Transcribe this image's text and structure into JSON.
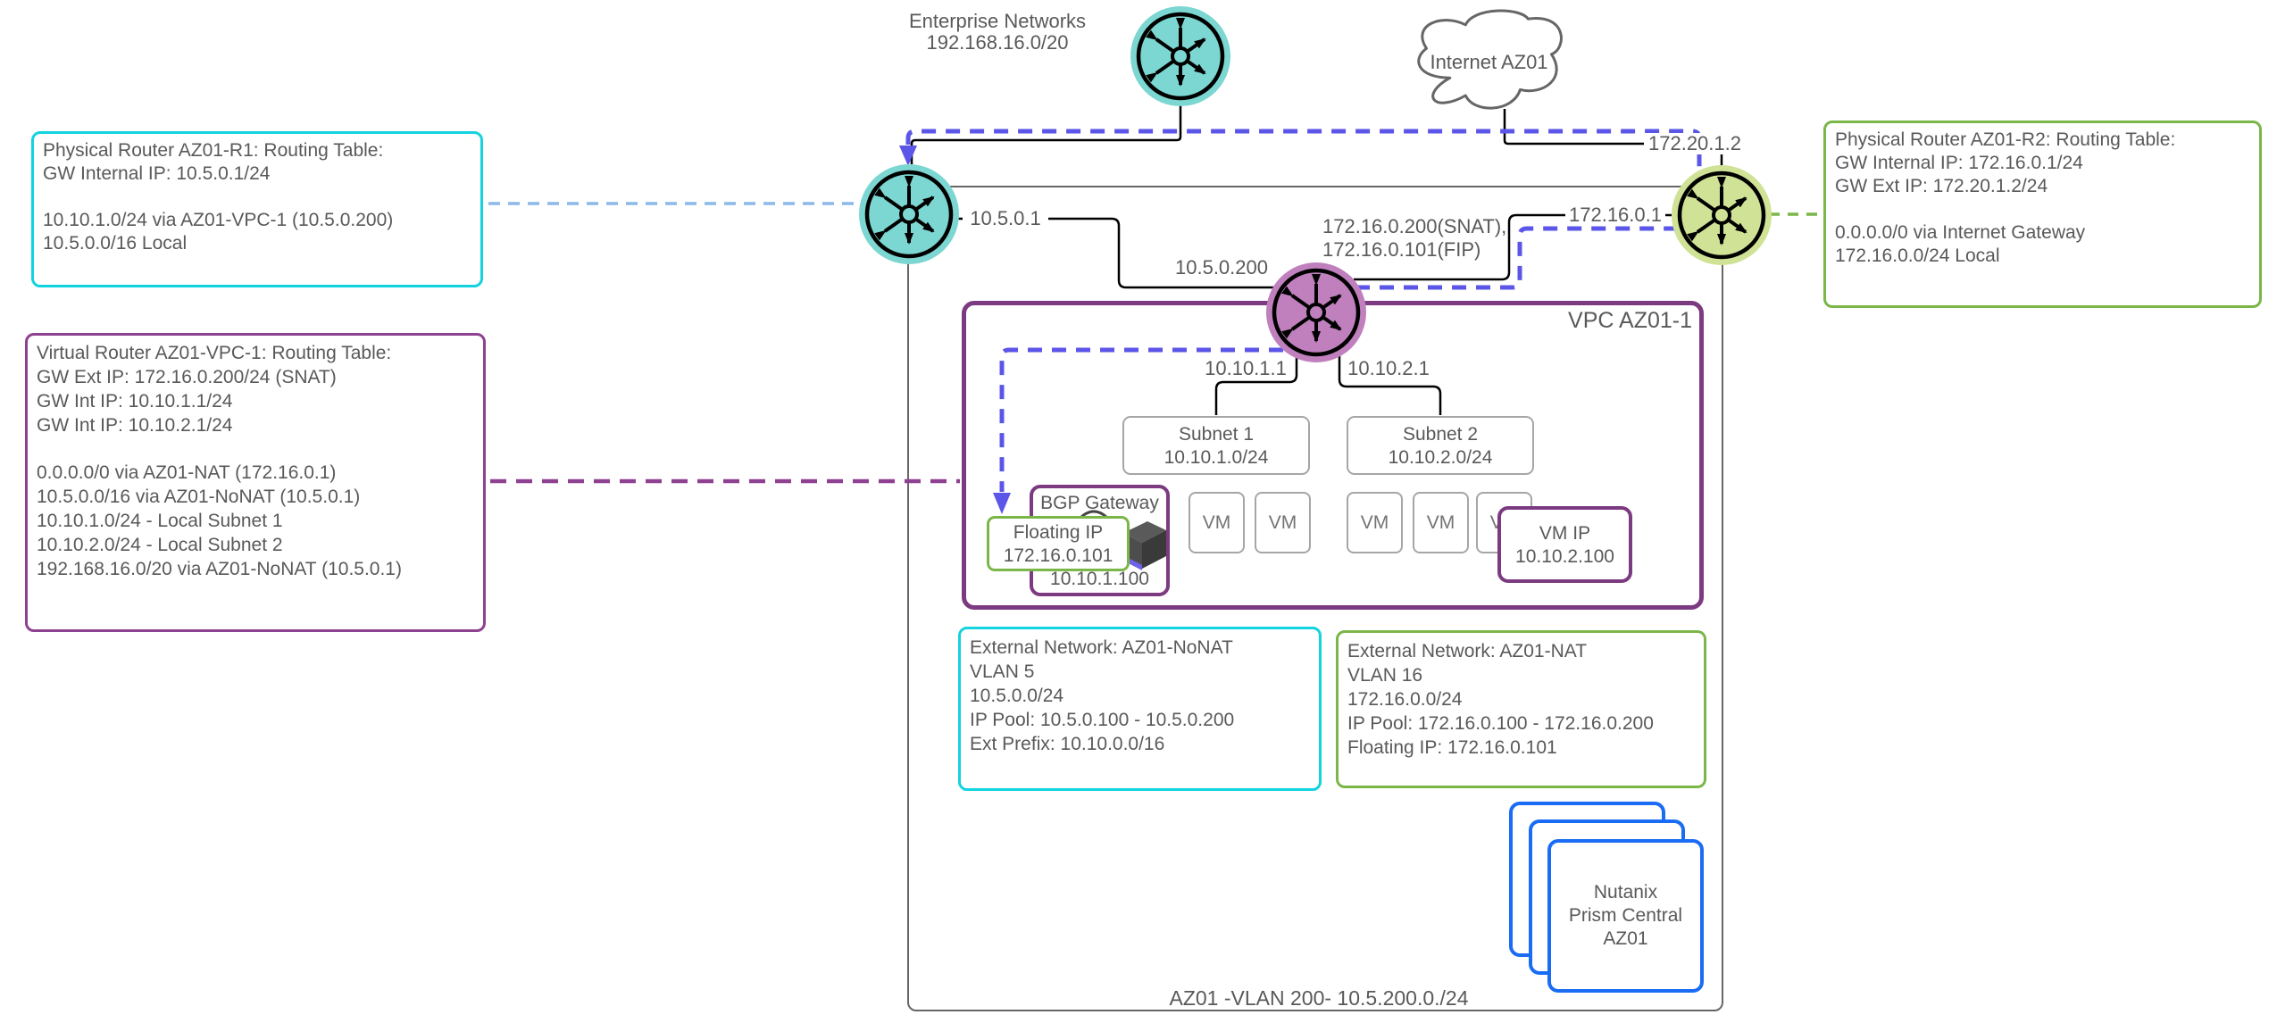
{
  "title": "AZ01 network diagram",
  "labels": {
    "enterprise_line1": "Enterprise Networks",
    "enterprise_line2": "192.168.16.0/20",
    "internet_cloud": "Internet AZ01",
    "r2_ext_ip": "172.20.1.2",
    "r1_gw_ip": "10.5.0.1",
    "vpc_nonat_ip": "10.5.0.200",
    "snat_line1": "172.16.0.200(SNAT),",
    "snat_line2": "172.16.0.101(FIP)",
    "nat_gw_ip": "172.16.0.1",
    "subnet1_gw_ip": "10.10.1.1",
    "subnet2_gw_ip": "10.10.2.1",
    "vpc_title": "VPC AZ01-1",
    "az_footer": "AZ01 -VLAN 200- 10.5.200.0./24"
  },
  "routing_tables": {
    "r1": {
      "lines": [
        "Physical Router AZ01-R1: Routing Table:",
        "GW Internal IP: 10.5.0.1/24",
        "",
        "10.10.1.0/24 via AZ01-VPC-1 (10.5.0.200)",
        "10.5.0.0/16 Local"
      ]
    },
    "r2": {
      "lines": [
        "Physical Router AZ01-R2: Routing Table:",
        "GW Internal IP: 172.16.0.1/24",
        "GW Ext IP: 172.20.1.2/24",
        "",
        "0.0.0.0/0 via Internet Gateway",
        "172.16.0.0/24 Local"
      ]
    },
    "vpc1": {
      "lines": [
        "Virtual Router AZ01-VPC-1: Routing Table:",
        "GW Ext IP: 172.16.0.200/24 (SNAT)",
        "GW Int IP: 10.10.1.1/24",
        "GW Int IP: 10.10.2.1/24",
        "",
        "0.0.0.0/0 via AZ01-NAT (172.16.0.1)",
        "10.5.0.0/16 via AZ01-NoNAT (10.5.0.1)",
        "10.10.1.0/24 - Local Subnet 1",
        "10.10.2.0/24 - Local Subnet 2",
        "192.168.16.0/20 via AZ01-NoNAT (10.5.0.1)"
      ]
    }
  },
  "vpc": {
    "subnet1": {
      "name": "Subnet 1",
      "cidr": "10.10.1.0/24"
    },
    "subnet2": {
      "name": "Subnet 2",
      "cidr": "10.10.2.0/24"
    },
    "vm_label": "VM",
    "bgp": {
      "title": "BGP Gateway",
      "ip": "10.10.1.100"
    },
    "floating_ip": {
      "line1": "Floating IP",
      "line2": "172.16.0.101"
    },
    "vm_ip": {
      "line1": "VM IP",
      "line2": "10.10.2.100"
    }
  },
  "external_networks": {
    "nonat": {
      "lines": [
        "External Network: AZ01-NoNAT",
        "VLAN 5",
        "10.5.0.0/24",
        "IP Pool: 10.5.0.100 - 10.5.0.200",
        "Ext Prefix: 10.10.0.0/16"
      ]
    },
    "nat": {
      "lines": [
        "External Network: AZ01-NAT",
        "VLAN 16",
        "172.16.0.0/24",
        "IP Pool: 172.16.0.100 - 172.16.0.200",
        "Floating IP: 172.16.0.101"
      ]
    }
  },
  "prism_central": {
    "lines": [
      "Nutanix",
      "Prism Central",
      "AZ01"
    ]
  },
  "colors": {
    "accent_blue_dash": "#5b55e8",
    "light_blue_dash": "#8cb9ea",
    "purple": "#8e4191",
    "vpc_purple": "#7c3a80",
    "cyan": "#12d3df",
    "green": "#7ab648",
    "nutanix_blue": "#1a6cf5",
    "router_teal": "#7cd6d1",
    "router_purple": "#bf80bd",
    "router_green": "#cfe295",
    "gray_border": "#666666",
    "light_gray_border": "#a6a6a6",
    "text_gray": "#595959"
  }
}
